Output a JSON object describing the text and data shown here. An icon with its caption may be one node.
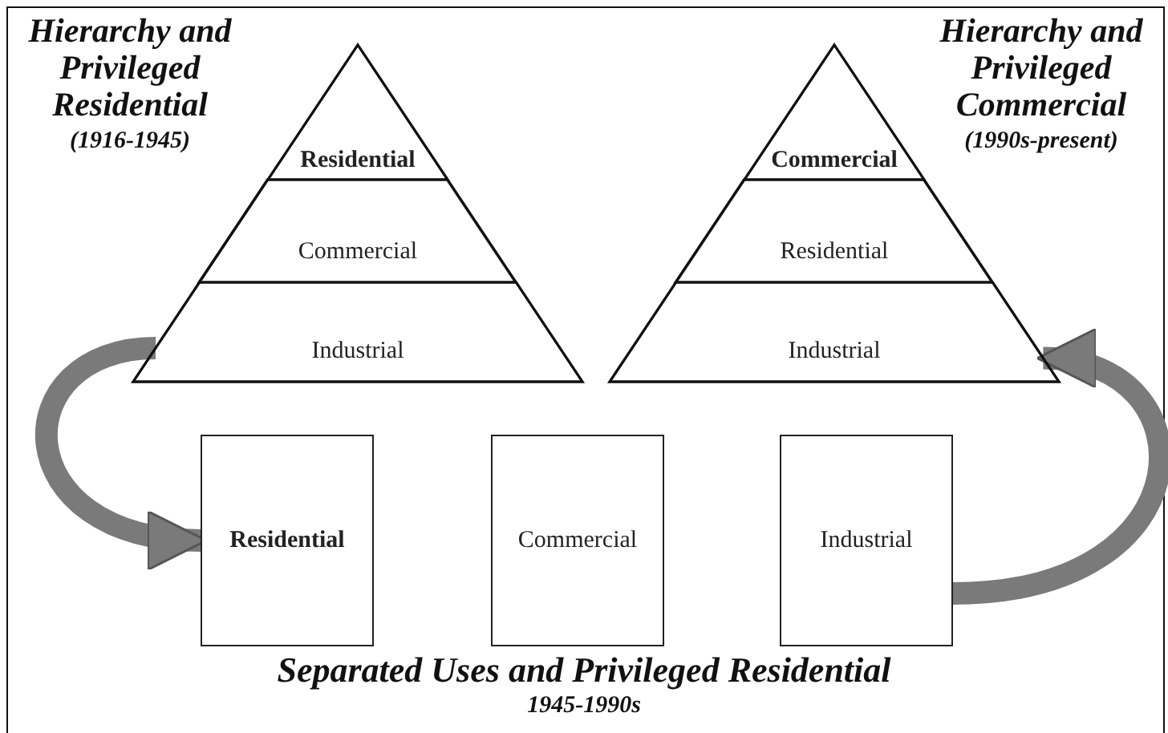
{
  "diagram": {
    "nodes": [
      {
        "text": [
          "Hierarchy and Privileged Residential",
          "(1916-1945)"
        ]
      },
      {
        "text": [
          "Residential"
        ],
        "in": 0
      },
      {
        "text": [
          "Commercial"
        ],
        "in": 0
      },
      {
        "text": [
          "Industrial"
        ],
        "in": 0
      },
      {
        "text": [
          "Hierarchy and Privileged Commercial",
          "(1990s-present)"
        ]
      },
      {
        "text": [
          "Commercial"
        ],
        "in": 4
      },
      {
        "text": [
          "Residential"
        ],
        "in": 4
      },
      {
        "text": [
          "Industrial"
        ],
        "in": 4
      },
      {
        "text": [
          "Residential"
        ]
      },
      {
        "text": [
          "Commercial"
        ]
      },
      {
        "text": [
          "Industrial"
        ]
      }
    ],
    "edges": [
      {
        "from": 0,
        "to": 8,
        "arrow": "to"
      },
      {
        "from": 10,
        "to": 4,
        "arrow": "to"
      }
    ],
    "labels": [
      "Separated Uses and Privileged Residential",
      "1945-1990s"
    ]
  }
}
